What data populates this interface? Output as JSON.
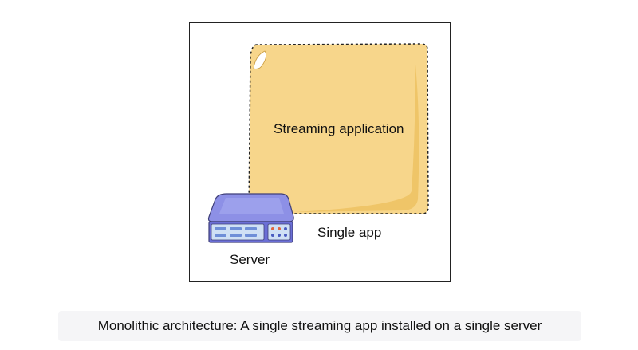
{
  "diagram": {
    "app_box_label": "Streaming application",
    "app_caption": "Single app",
    "server_label": "Server",
    "colors": {
      "app_fill": "#f7d68b",
      "app_shade": "#ecbf5c",
      "server_top": "#8d90e6",
      "server_side": "#6b6fd6",
      "server_panel": "#cfe0f5"
    },
    "icons": [
      "server-icon"
    ]
  },
  "caption": "Monolithic architecture: A single streaming app installed on a single server"
}
